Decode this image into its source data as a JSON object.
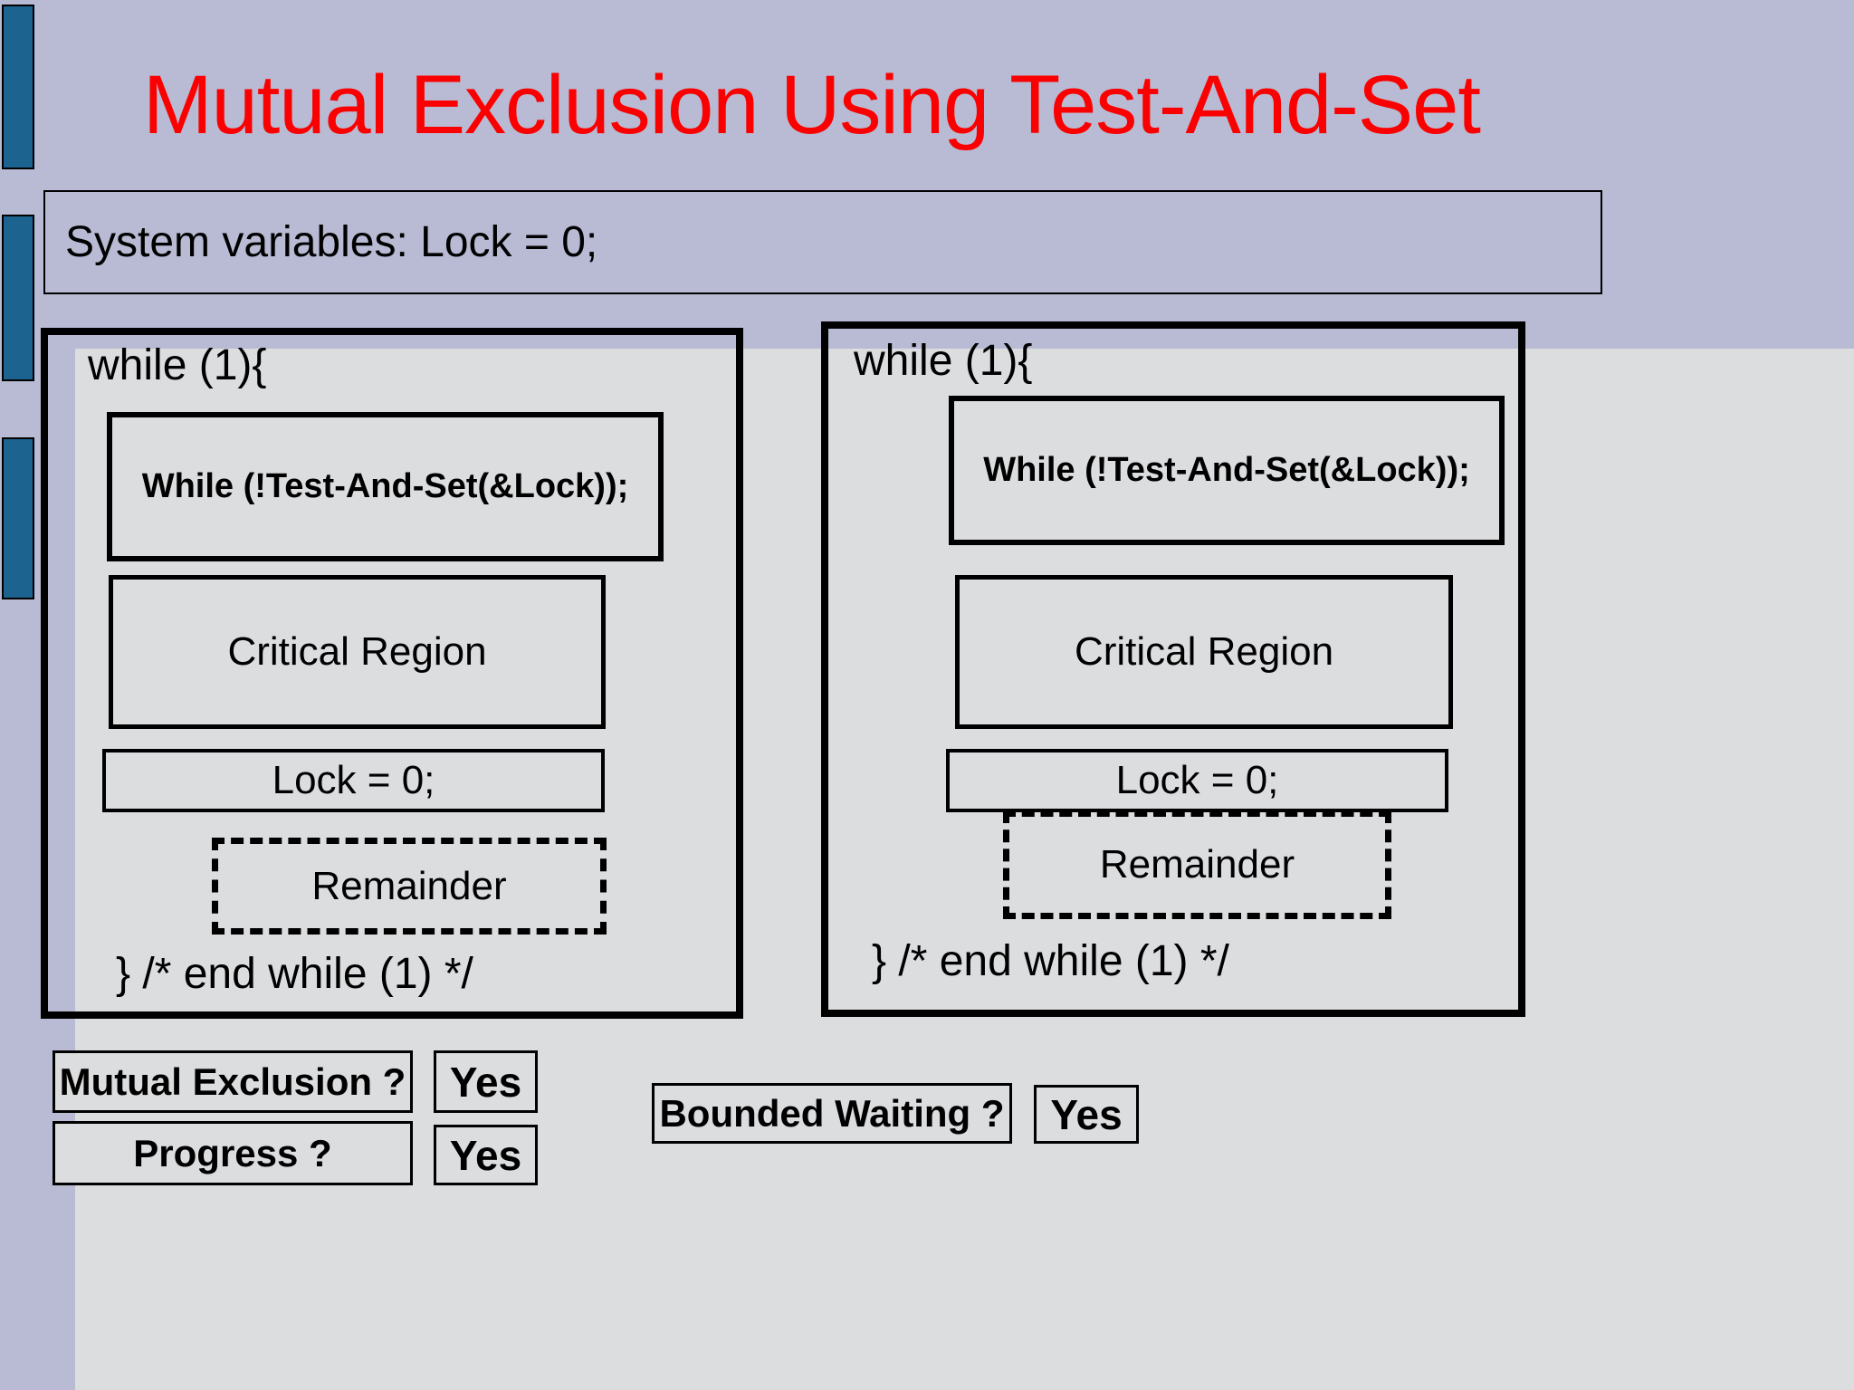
{
  "colors": {
    "slide-bg": "#b8bbd3",
    "content-bg": "#dcdddf",
    "accent-bar": "#1d6390",
    "title-color": "#fb0000",
    "line-color": "#000000"
  },
  "slide": {
    "title": "Mutual Exclusion Using Test-And-Set",
    "system_variables": "System variables: Lock = 0;"
  },
  "processes": [
    {
      "while_open": "while (1){",
      "test_and_set": "While (!Test-And-Set(&Lock));",
      "critical_region": "Critical Region",
      "release_lock": "Lock = 0;",
      "remainder": "Remainder",
      "while_close": "} /* end while (1) */"
    },
    {
      "while_open": "while (1){",
      "test_and_set": "While (!Test-And-Set(&Lock));",
      "critical_region": "Critical Region",
      "release_lock": "Lock = 0;",
      "remainder": "Remainder",
      "while_close": "} /* end while (1) */"
    }
  ],
  "questions": [
    {
      "label": "Mutual Exclusion ?",
      "answer": "Yes"
    },
    {
      "label": "Progress ?",
      "answer": "Yes"
    },
    {
      "label": "Bounded Waiting ?",
      "answer": "Yes"
    }
  ]
}
